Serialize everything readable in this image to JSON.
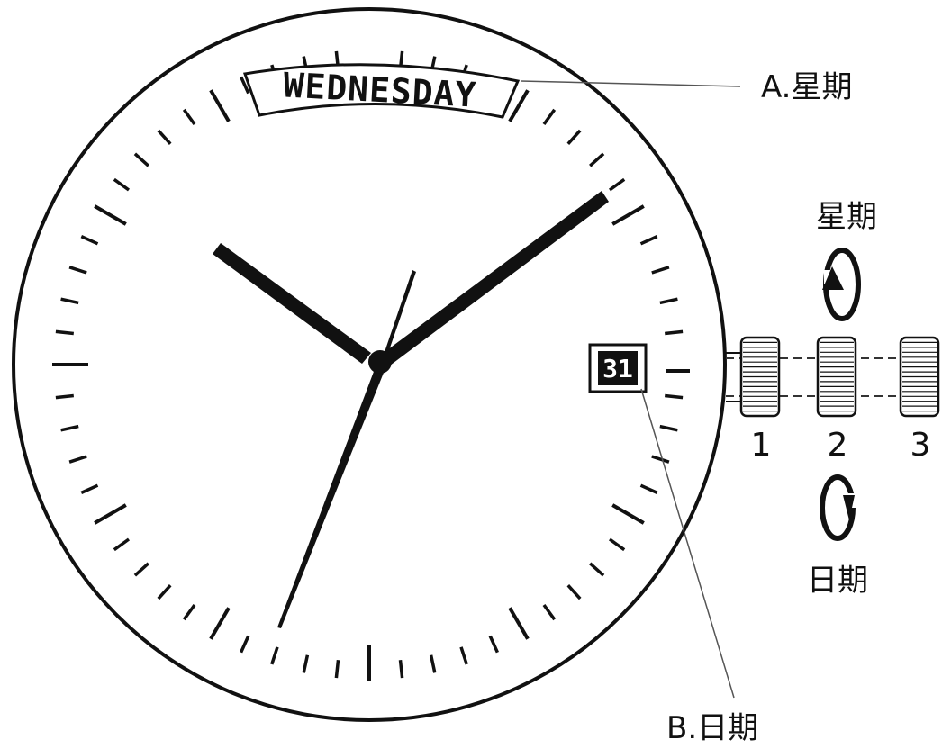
{
  "dial": {
    "day_window_text": "WEDNESDAY",
    "date_window_text": "31"
  },
  "callouts": {
    "day_label": "A.星期",
    "date_label": "B.日期"
  },
  "crown": {
    "positions": [
      "1",
      "2",
      "3"
    ],
    "rotate_up_label": "星期",
    "rotate_down_label": "日期"
  },
  "colors": {
    "ink": "#111111",
    "background": "#ffffff"
  }
}
